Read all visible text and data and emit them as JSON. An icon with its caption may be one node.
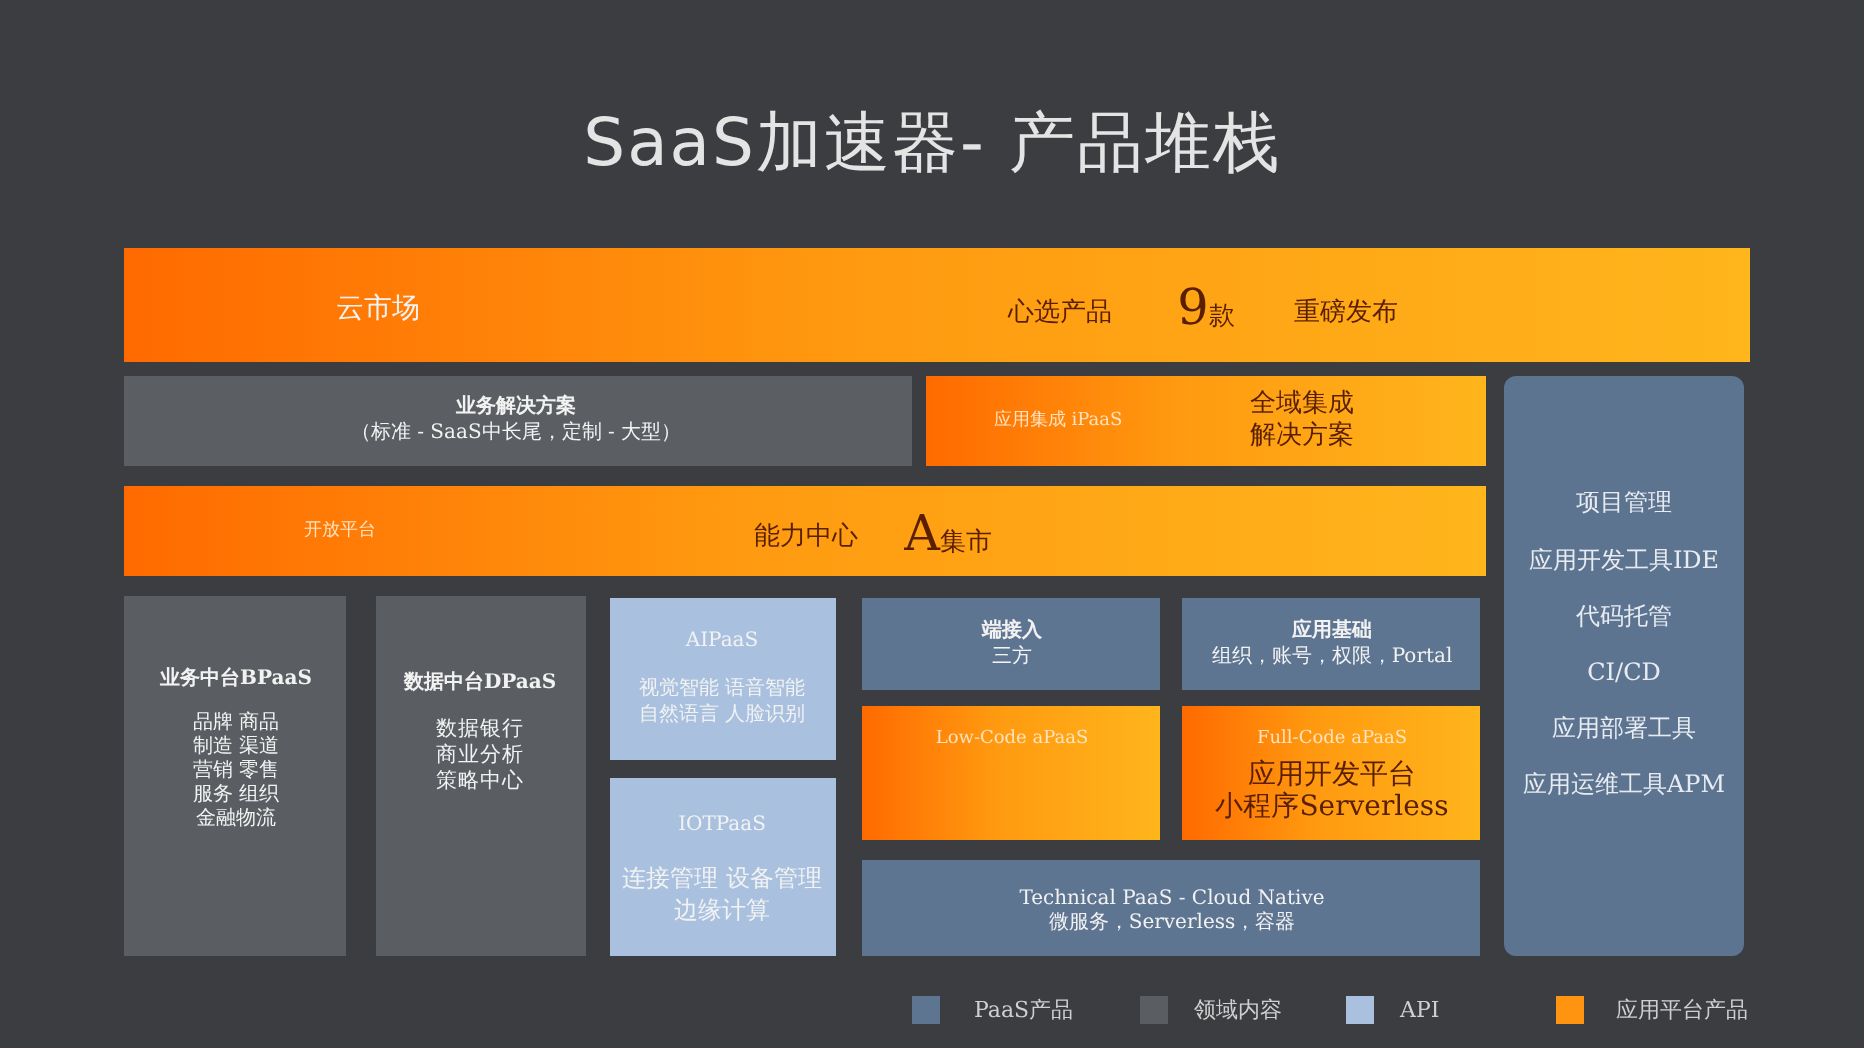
{
  "diagram": {
    "title": "SaaS加速器- 产品堆栈",
    "nodes": [
      {
        "text": [
          "云市场",
          "心选产品",
          "9款",
          "重磅发布"
        ]
      },
      {
        "text": [
          "业务解决方案",
          "（标准 - SaaS中长尾，定制 - 大型）"
        ]
      },
      {
        "text": [
          "应用集成 iPaaS",
          "全域集成解决方案"
        ]
      },
      {
        "text": [
          "开放平台",
          "能力中心",
          "A集市"
        ]
      },
      {
        "text": [
          "项目管理",
          "应用开发工具IDE",
          "代码托管",
          "CI/CD",
          "应用部署工具",
          "应用运维工具APM"
        ]
      },
      {
        "text": [
          "业务中台BPaaS",
          "品牌 商品",
          "制造 渠道",
          "营销 零售",
          "服务 组织",
          "金融物流"
        ]
      },
      {
        "text": [
          "数据中台DPaaS",
          "数据银行",
          "商业分析",
          "策略中心"
        ]
      },
      {
        "text": [
          "AIPaaS",
          "视觉智能 语音智能",
          "自然语言 人脸识别"
        ]
      },
      {
        "text": [
          "IOTPaaS",
          "连接管理 设备管理",
          "边缘计算"
        ]
      },
      {
        "text": [
          "端接入",
          "三方"
        ]
      },
      {
        "text": [
          "应用基础",
          "组织，账号，权限，Portal"
        ]
      },
      {
        "text": [
          "Low-Code aPaaS"
        ]
      },
      {
        "text": [
          "Full-Code aPaaS",
          "应用开发平台",
          "小程序Serverless"
        ]
      },
      {
        "text": [
          "Technical PaaS - Cloud Native",
          "微服务，Serverless，容器"
        ]
      }
    ],
    "legend": [
      {
        "text": "PaaS产品",
        "color": "#5e7592"
      },
      {
        "text": "领域内容",
        "color": "#5a5e62"
      },
      {
        "text": "API",
        "color": "#a9c1df"
      },
      {
        "text": "应用平台产品",
        "color": "#ff9410"
      }
    ]
  }
}
